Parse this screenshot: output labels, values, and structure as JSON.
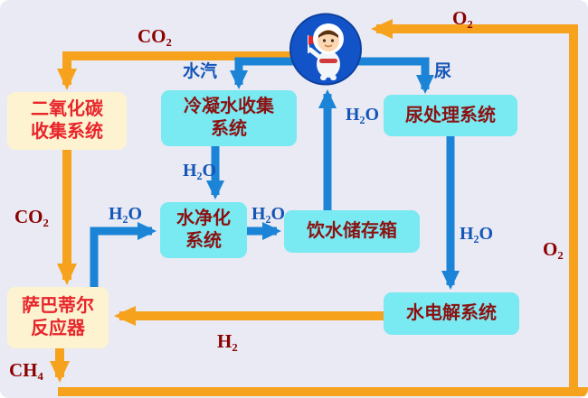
{
  "colors": {
    "background": "#e9eaf3",
    "arrow_orange": "#f6a21d",
    "arrow_blue": "#1b84d6",
    "box_cyan": "#79e9f2",
    "box_cream": "#fdf3d1",
    "text_dark_red": "#8b1212",
    "text_bright_red": "#e8252b",
    "text_blue": "#1456b8"
  },
  "nodes": {
    "co2_collection": {
      "line1": "二氧化碳",
      "line2": "收集系统"
    },
    "condensate": {
      "line1": "冷凝水收集",
      "line2": "系统"
    },
    "urine_treatment": {
      "label": "尿处理系统"
    },
    "purification": {
      "line1": "水净化",
      "line2": "系统"
    },
    "drinking_tank": {
      "label": "饮水储存箱"
    },
    "electrolysis": {
      "label": "水电解系统"
    },
    "sabatier": {
      "line1": "萨巴蒂尔",
      "line2": "反应器"
    }
  },
  "labels": {
    "co2_top": "CO₂",
    "o2_top": "O₂",
    "o2_right": "O₂",
    "co2_left": "CO₂",
    "h2": "H₂",
    "ch4": "CH₄",
    "water_vapor": "水汽",
    "urine_flow": "尿",
    "h2o_drink": "H₂O",
    "h2o_condensate": "H₂O",
    "h2o_sabatier": "H₂O",
    "h2o_to_tank": "H₂O",
    "h2o_urine": "H₂O"
  },
  "icons": {
    "astronaut": "astronaut-icon"
  }
}
